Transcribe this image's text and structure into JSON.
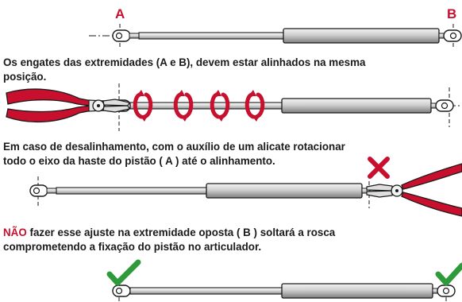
{
  "labels": {
    "a": "A",
    "b": "B"
  },
  "captions": {
    "c1_line1": "Os engates das extremidades (A e B), devem estar alinhados na mesma",
    "c1_line2": "posição.",
    "c2_line1": "Em caso de desalinhamento, com o auxílio de um alicate rotacionar",
    "c2_line2": "todo o eixo da haste do pistão ( A ) até o alinhamento.",
    "c3_line1_strong": "NÃO",
    "c3_line1_rest": " fazer esse ajuste na extremidade oposta ( B ) soltará a rosca",
    "c3_line2": "comprometendo a fixação do pistão no articulador."
  },
  "colors": {
    "accent_red": "#c8102e",
    "check_green": "#2e9a3a",
    "outline": "#1a1a1a"
  },
  "icons": [
    "pliers-icon",
    "rotation-arrow-icon",
    "cross-icon",
    "check-icon"
  ]
}
